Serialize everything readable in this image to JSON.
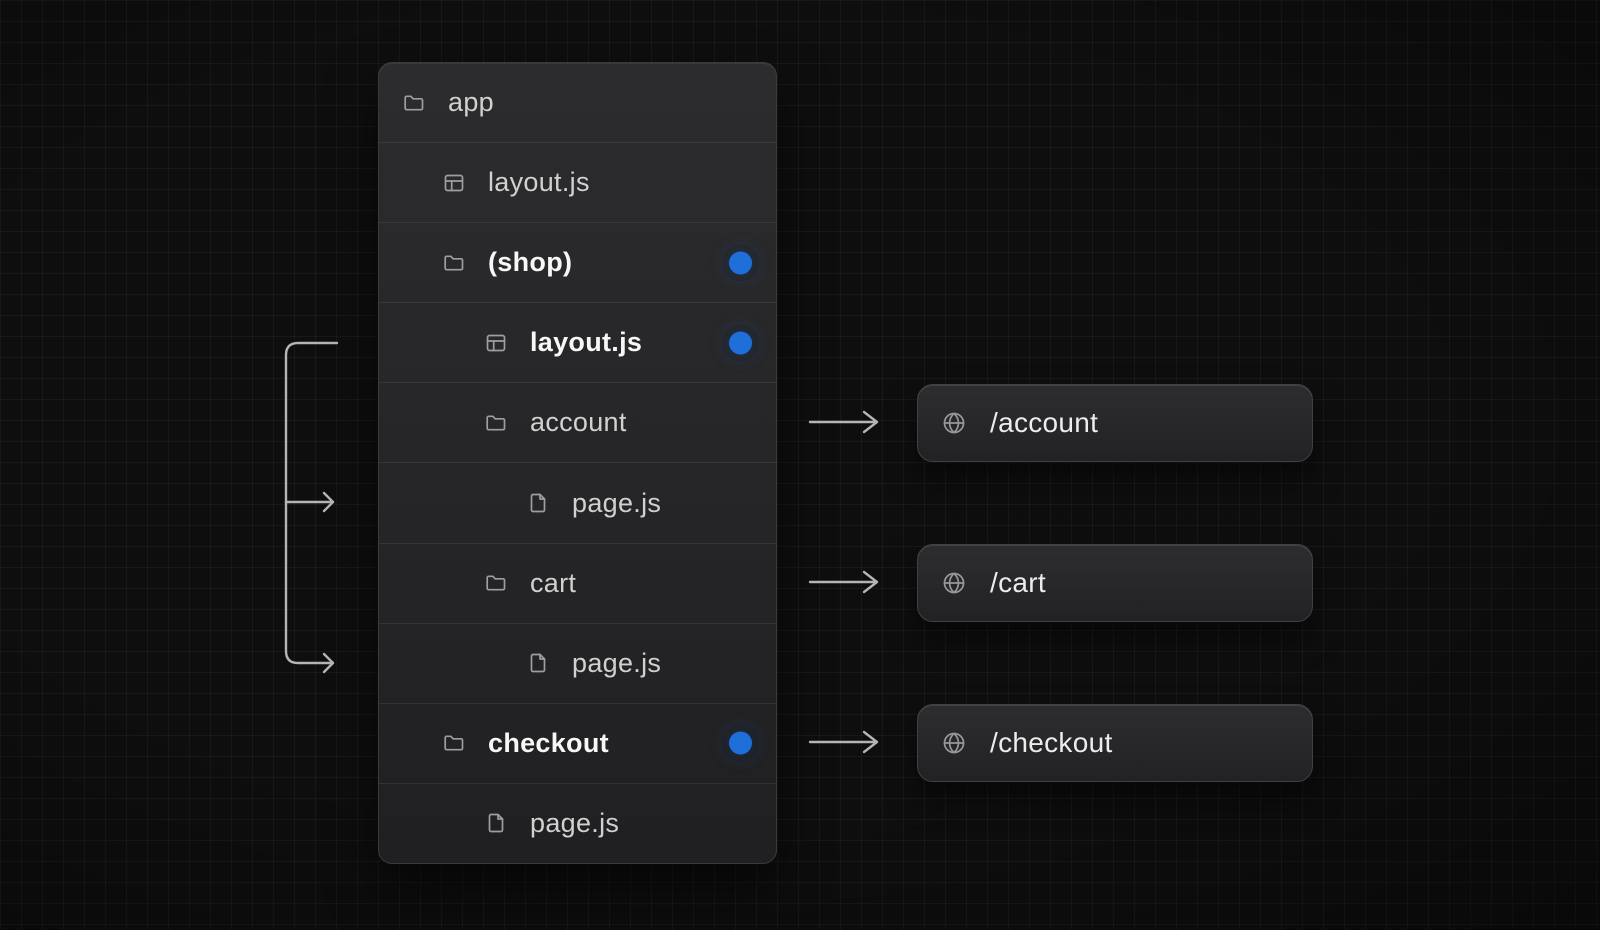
{
  "diagram": {
    "title": "route-groups-file-tree",
    "description": "App Router file tree with a (shop) route group; shared layout.js applies to nested pages; routes resolve to URL paths"
  },
  "colors": {
    "background": "#0e0e0f",
    "grid_line": "rgba(255,255,255,0.042)",
    "panel_background": "#262628",
    "row_divider": "rgba(255,255,255,0.075)",
    "text_regular": "#d1d1d1",
    "text_bold": "#f7f7f7",
    "icon": "#9e9ea1",
    "accent_dot": "#1f6fdb",
    "connector": "#b5b5b5"
  },
  "icons": {
    "folder": "folder-icon",
    "layout": "layout-icon",
    "file": "file-icon",
    "globe": "globe-icon",
    "arrow": "arrow-right-icon"
  },
  "file_tree": {
    "rows": [
      {
        "label": "app",
        "icon": "folder-icon",
        "level": 0,
        "bold": false,
        "active_dot": false
      },
      {
        "label": "layout.js",
        "icon": "layout-icon",
        "level": 1,
        "bold": false,
        "active_dot": false
      },
      {
        "label": "(shop)",
        "icon": "folder-icon",
        "level": 1,
        "bold": true,
        "active_dot": true
      },
      {
        "label": "layout.js",
        "icon": "layout-icon",
        "level": 2,
        "bold": true,
        "active_dot": true
      },
      {
        "label": "account",
        "icon": "folder-icon",
        "level": 2,
        "bold": false,
        "active_dot": false
      },
      {
        "label": "page.js",
        "icon": "file-icon",
        "level": 3,
        "bold": false,
        "active_dot": false
      },
      {
        "label": "cart",
        "icon": "folder-icon",
        "level": 2,
        "bold": false,
        "active_dot": false
      },
      {
        "label": "page.js",
        "icon": "file-icon",
        "level": 3,
        "bold": false,
        "active_dot": false
      },
      {
        "label": "checkout",
        "icon": "folder-icon",
        "level": 1,
        "bold": true,
        "active_dot": true
      },
      {
        "label": "page.js",
        "icon": "file-icon",
        "level": 2,
        "bold": false,
        "active_dot": false
      }
    ]
  },
  "routes": [
    {
      "label": "/account",
      "icon": "globe-icon"
    },
    {
      "label": "/cart",
      "icon": "globe-icon"
    },
    {
      "label": "/checkout",
      "icon": "globe-icon"
    }
  ],
  "connectors": {
    "bracket_from": "layout.js (shop)",
    "bracket_to": [
      "page.js (account)",
      "page.js (cart)"
    ],
    "arrows_to": [
      "/account",
      "/cart",
      "/checkout"
    ]
  }
}
